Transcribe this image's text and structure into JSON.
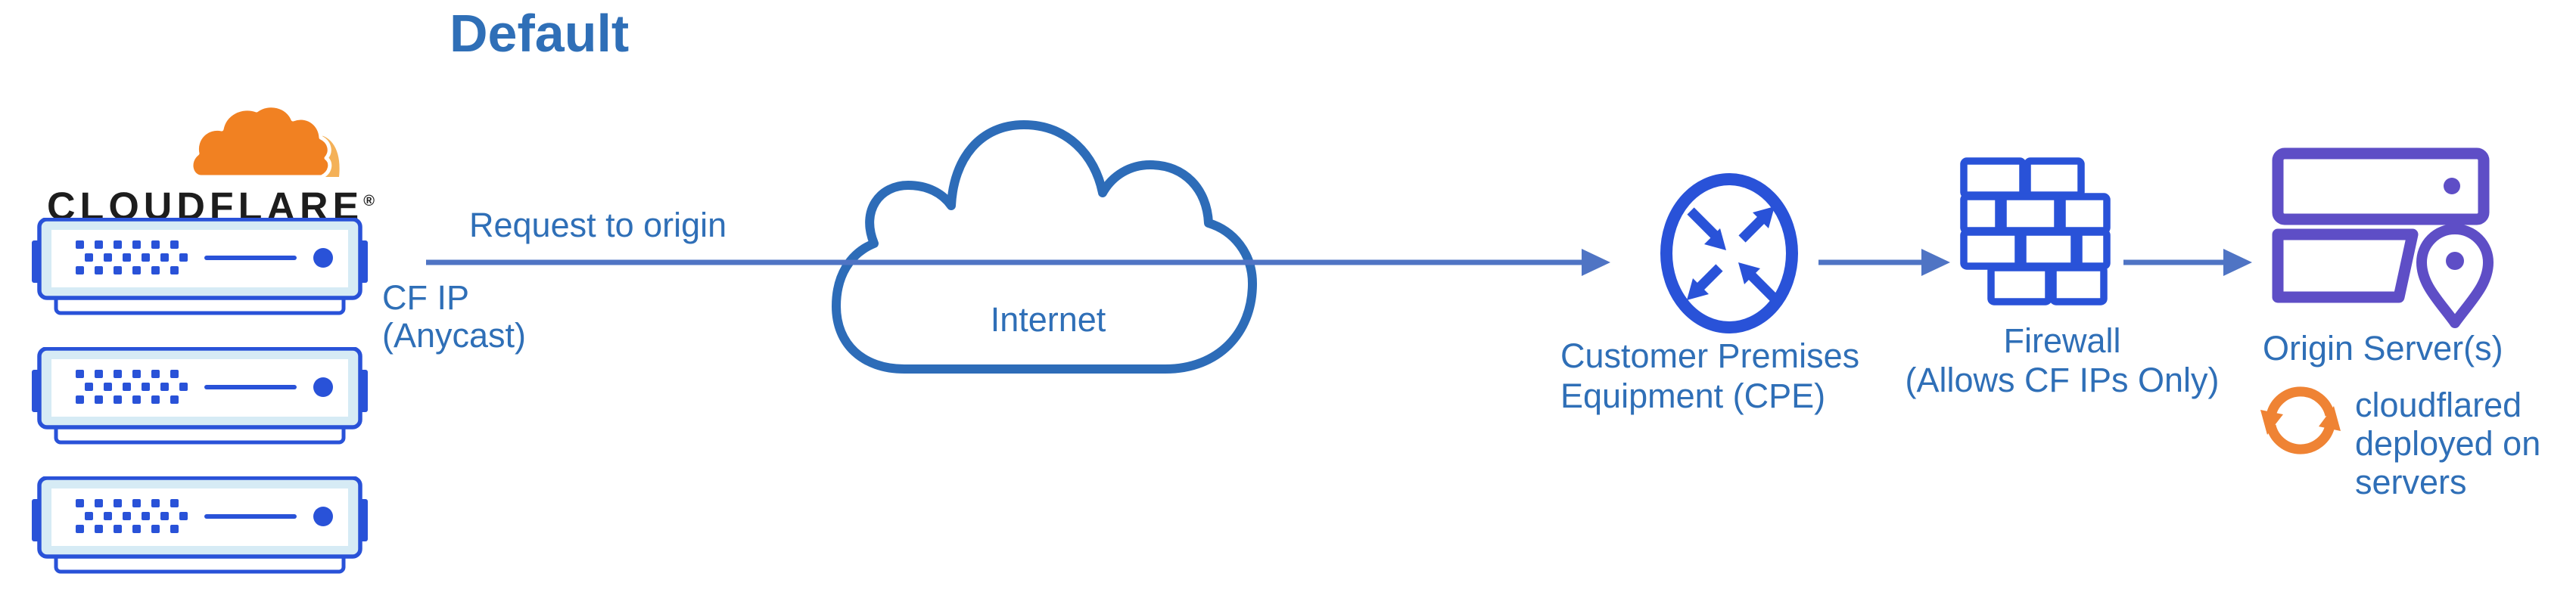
{
  "title": "Default",
  "logo": {
    "wordmark": "CLOUDFLARE",
    "registered": "®",
    "cloud_icon": "cloudflare-cloud-icon"
  },
  "flow": {
    "request_label": "Request to origin",
    "cf_ip": {
      "line1": "CF IP",
      "line2": "(Anycast)"
    },
    "internet_label": "Internet"
  },
  "nodes": {
    "edge_servers": {
      "icon": "server-icon",
      "count": 3
    },
    "internet_cloud": {
      "icon": "cloud-icon"
    },
    "cpe": {
      "icon": "router-icon",
      "label_line1": "Customer Premises",
      "label_line2": "Equipment (CPE)"
    },
    "firewall": {
      "icon": "brick-wall-icon",
      "label_line1": "Firewall",
      "label_line2": "(Allows CF IPs Only)"
    },
    "origin": {
      "icon": "origin-server-icon",
      "label": "Origin Server(s)",
      "note": {
        "line1": "cloudflared",
        "line2": "deployed on",
        "line3": "servers"
      },
      "note_icon": "sync-arrows-icon"
    }
  },
  "colors": {
    "label_blue": "#2f6fb7",
    "line_blue": "#4f74c4",
    "icon_blue": "#2952d8",
    "server_fill": "#d6ebf5",
    "cloud_stroke": "#2d6cb8",
    "origin_purple": "#5e4ec6",
    "sync_orange": "#ef8334",
    "logo_orange": "#f18122",
    "logo_orange_light": "#f4b158",
    "wordmark_black": "#1d1d1d"
  }
}
